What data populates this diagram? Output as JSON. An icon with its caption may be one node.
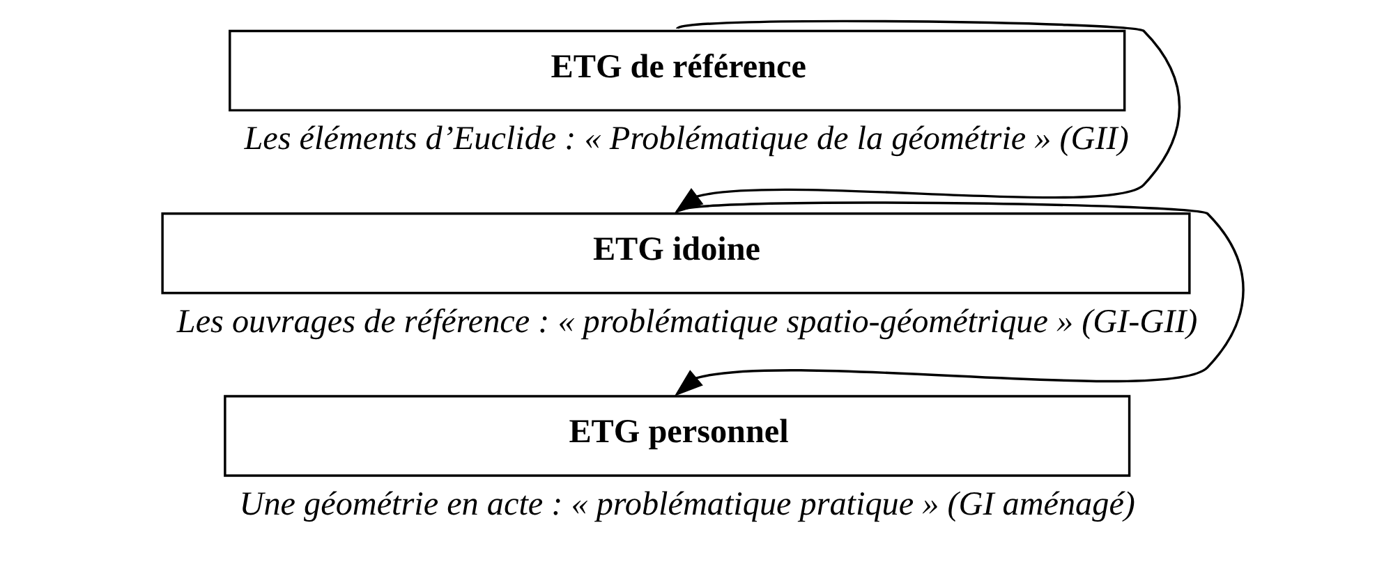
{
  "diagram": {
    "nodes": [
      {
        "text": [
          "ETG de référence"
        ],
        "beside": [
          "Les éléments d’Euclide : « Problématique de la géométrie » (GII)"
        ]
      },
      {
        "text": [
          "ETG idoine"
        ],
        "beside": [
          "Les ouvrages de référence : « problématique spatio-géométrique » (GI-GII)"
        ]
      },
      {
        "text": [
          "ETG personnel"
        ],
        "beside": [
          "Une géométrie en acte : « problématique pratique » (GI aménagé)"
        ]
      }
    ],
    "edges": [
      {
        "from": 0,
        "to": 1,
        "arrow": "to"
      },
      {
        "from": 1,
        "to": 2,
        "arrow": "to"
      }
    ]
  }
}
